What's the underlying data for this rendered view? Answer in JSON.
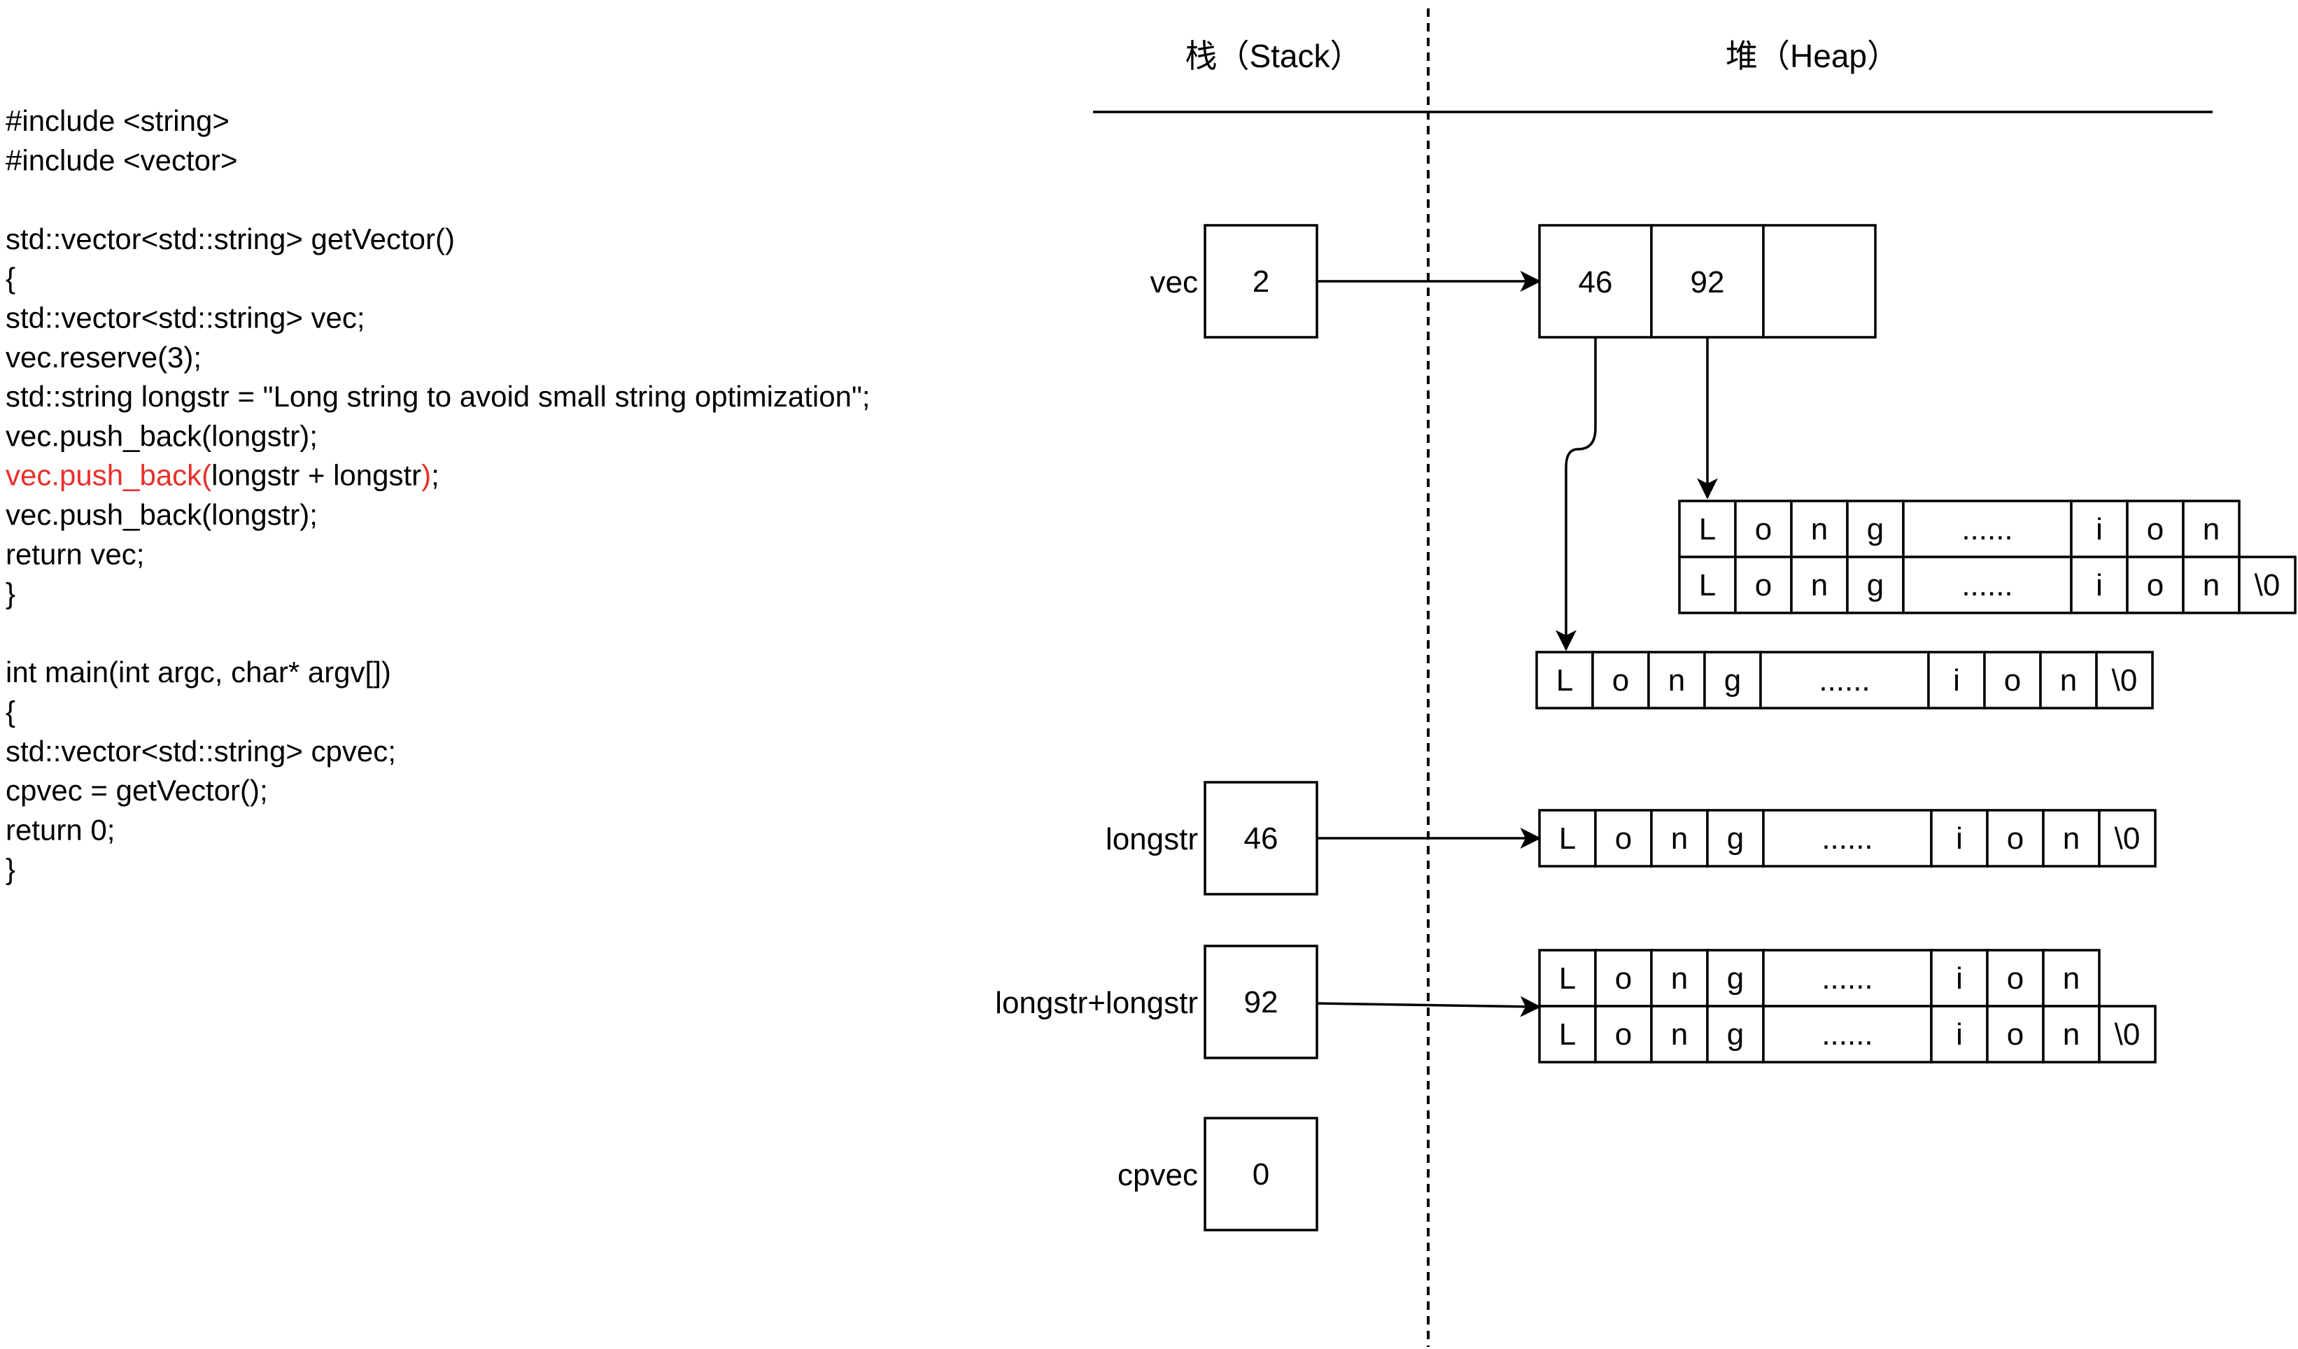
{
  "headers": {
    "stack": "栈（Stack）",
    "heap": "堆（Heap）"
  },
  "code": {
    "lines": [
      [
        {
          "t": "#include <string>"
        }
      ],
      [
        {
          "t": "#include <vector>"
        }
      ],
      [
        {
          "t": ""
        }
      ],
      [
        {
          "t": "std::vector<std::string> getVector()"
        }
      ],
      [
        {
          "t": "{"
        }
      ],
      [
        {
          "t": "  std::vector<std::string> vec;"
        }
      ],
      [
        {
          "t": "  vec.reserve(3);"
        }
      ],
      [
        {
          "t": "  std::string longstr = \"Long string to avoid small string optimization\";"
        }
      ],
      [
        {
          "t": "  vec.push_back(longstr);"
        }
      ],
      [
        {
          "t": "  vec.push_back(",
          "hl": true
        },
        {
          "t": "longstr + longstr"
        },
        {
          "t": ")",
          "hl": true
        },
        {
          "t": ";"
        }
      ],
      [
        {
          "t": "  vec.push_back(longstr);"
        }
      ],
      [
        {
          "t": "  return vec;"
        }
      ],
      [
        {
          "t": "}"
        }
      ],
      [
        {
          "t": ""
        }
      ],
      [
        {
          "t": "int main(int argc, char* argv[])"
        }
      ],
      [
        {
          "t": "{"
        }
      ],
      [
        {
          "t": "  std::vector<std::string> cpvec;"
        }
      ],
      [
        {
          "t": "  cpvec = getVector();"
        }
      ],
      [
        {
          "t": "  return 0;"
        }
      ],
      [
        {
          "t": "}"
        }
      ]
    ]
  },
  "stack_vars": [
    {
      "name": "vec",
      "value": "2"
    },
    {
      "name": "longstr",
      "value": "46"
    },
    {
      "name": "longstr+longstr",
      "value": "92"
    },
    {
      "name": "cpvec",
      "value": "0"
    }
  ],
  "vec_buffer": [
    "46",
    "92",
    ""
  ],
  "strings": {
    "row_chars": [
      "L",
      "o",
      "n",
      "g",
      "......",
      "i",
      "o",
      "n"
    ],
    "terminator": "\\0"
  },
  "colors": {
    "highlight": "#e8302a",
    "ink": "#000000"
  }
}
